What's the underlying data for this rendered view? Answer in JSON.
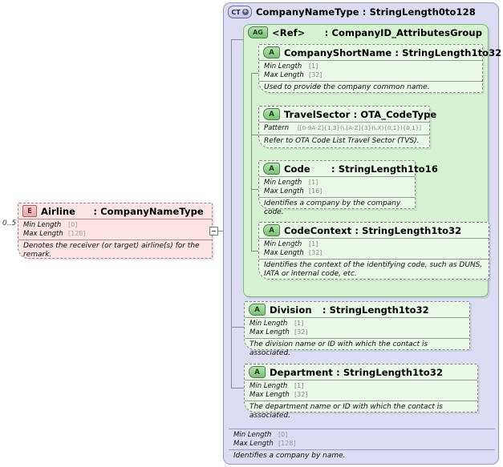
{
  "diagram": {
    "type": "xsd-schema-diagram",
    "cardinality": "0..5"
  },
  "element": {
    "icon": "element-badge-E",
    "badge": "E",
    "name": "Airline",
    "separator": ":",
    "type": "CompanyNameType",
    "facets": [
      {
        "label": "Min Length",
        "value": "[0]"
      },
      {
        "label": "Max Length",
        "value": "[128]"
      }
    ],
    "documentation": "Denotes the receiver (or target) airline(s) for the remark."
  },
  "complex_type": {
    "icon": "complextype-badge-CT",
    "badge": "CT",
    "expand_glyph": "+",
    "name": "CompanyNameType",
    "separator": ":",
    "type": "StringLength0to128",
    "facets": [
      {
        "label": "Min Length",
        "value": "[0]"
      },
      {
        "label": "Max Length",
        "value": "[128]"
      }
    ],
    "documentation": "Identifies a company by name."
  },
  "attribute_group": {
    "icon": "attributegroup-badge-AG",
    "badge": "AG",
    "name": "<Ref>",
    "separator": ":",
    "type": "CompanyID_AttributesGroup",
    "attributes": [
      {
        "badge": "A",
        "name": "CompanyShortName",
        "separator": ":",
        "type": "StringLength1to32",
        "facets": [
          {
            "label": "Min Length",
            "value": "[1]"
          },
          {
            "label": "Max Length",
            "value": "[32]"
          }
        ],
        "documentation": "Used to provide the company common name."
      },
      {
        "badge": "A",
        "name": "TravelSector",
        "separator": ":",
        "type": "OTA_CodeType",
        "facets": [
          {
            "label": "Pattern",
            "value": "[[0-9A-Z]{1,3}(\\.[A-Z]{3}(\\.X){0,1}){0,1}]"
          }
        ],
        "documentation": "Refer to OTA Code List Travel Sector (TVS)."
      },
      {
        "badge": "A",
        "name": "Code",
        "separator": ":",
        "type": "StringLength1to16",
        "facets": [
          {
            "label": "Min Length",
            "value": "[1]"
          },
          {
            "label": "Max Length",
            "value": "[16]"
          }
        ],
        "documentation": "Identifies a company by the company code."
      },
      {
        "badge": "A",
        "name": "CodeContext",
        "separator": ":",
        "type": "StringLength1to32",
        "facets": [
          {
            "label": "Min Length",
            "value": "[1]"
          },
          {
            "label": "Max Length",
            "value": "[32]"
          }
        ],
        "documentation": "Identifies the context of the identifying code, such as DUNS, IATA or internal code, etc."
      }
    ]
  },
  "direct_attributes": [
    {
      "badge": "A",
      "name": "Division",
      "separator": ":",
      "type": "StringLength1to32",
      "facets": [
        {
          "label": "Min Length",
          "value": "[1]"
        },
        {
          "label": "Max Length",
          "value": "[32]"
        }
      ],
      "documentation": "The division name or ID with which the contact is associated."
    },
    {
      "badge": "A",
      "name": "Department",
      "separator": ":",
      "type": "StringLength1to32",
      "facets": [
        {
          "label": "Min Length",
          "value": "[1]"
        },
        {
          "label": "Max Length",
          "value": "[32]"
        }
      ],
      "documentation": "The department name or ID with which the contact is associated."
    }
  ],
  "colors": {
    "complextype_bg": "#dcdcf2",
    "attributegroup_bg": "#d6f2d2",
    "attribute_bg": "#eaf8e7",
    "element_bg": "#fbe4e4",
    "facet_value": "#8b8b8b"
  }
}
